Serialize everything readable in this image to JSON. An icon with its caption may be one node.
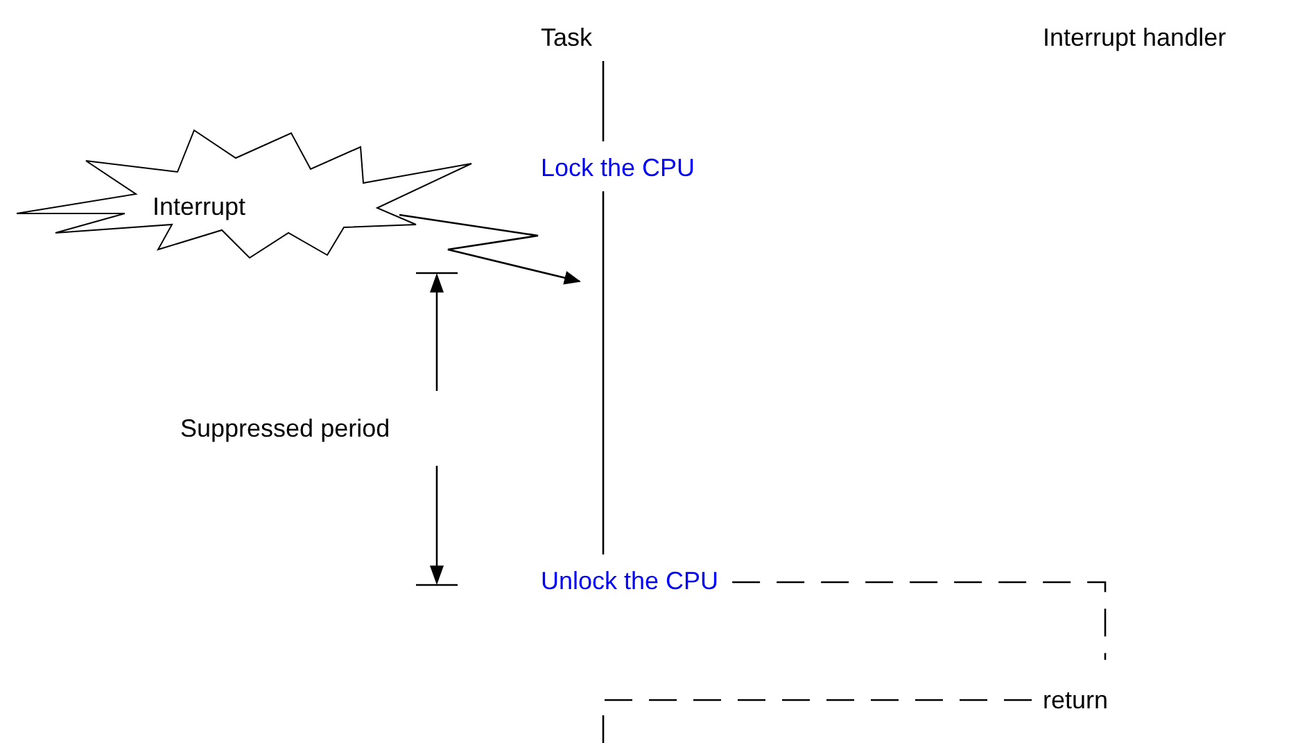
{
  "diagram": {
    "nodes": [
      {
        "text": [
          "Task"
        ]
      },
      {
        "text": [
          "Interrupt handler"
        ]
      },
      {
        "text": [
          "Lock the CPU"
        ]
      },
      {
        "text": [
          "Unlock the CPU"
        ]
      },
      {
        "text": [
          "return"
        ]
      },
      {
        "text": [
          "Interrupt"
        ]
      }
    ],
    "edges": [
      {
        "from": 0,
        "to": 2,
        "arrow": "none"
      },
      {
        "from": 2,
        "to": 3,
        "arrow": "none"
      },
      {
        "from": 5,
        "to": null,
        "arrow": "to"
      },
      {
        "from": 3,
        "to": 4,
        "arrow": "none",
        "style": "dashed"
      },
      {
        "from": 4,
        "to": null,
        "arrow": "none",
        "style": "dashed"
      }
    ],
    "labels": [
      "Suppressed period"
    ]
  }
}
